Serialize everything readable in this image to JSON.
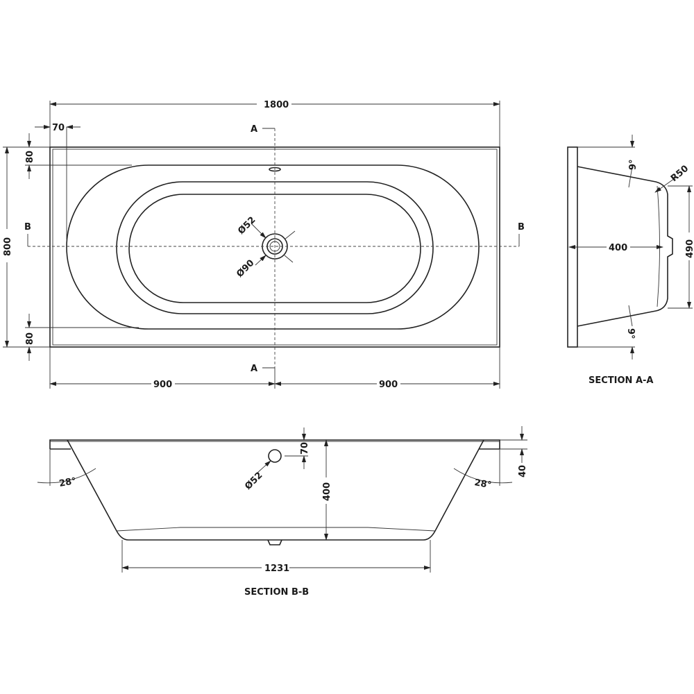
{
  "plan_view": {
    "overall_length": "1800",
    "overall_width": "800",
    "rim_end": "70",
    "rim_top": "80",
    "rim_bottom": "80",
    "half_left": "900",
    "half_right": "900",
    "waste_diameter": "Ø52",
    "waste_outer_diameter": "Ø90",
    "section_a_top": "A",
    "section_a_bottom": "A",
    "section_b_left": "B",
    "section_b_right": "B"
  },
  "section_a": {
    "title": "SECTION A-A",
    "depth": "400",
    "floor_width": "490",
    "radius": "R50",
    "angle_top": "9°",
    "angle_bottom": "9°"
  },
  "section_b": {
    "title": "SECTION B-B",
    "depth": "400",
    "floor_length": "1231",
    "overflow_diameter": "Ø52",
    "overflow_offset": "70",
    "rim_thickness": "40",
    "angle_left": "28°",
    "angle_right": "28°"
  }
}
